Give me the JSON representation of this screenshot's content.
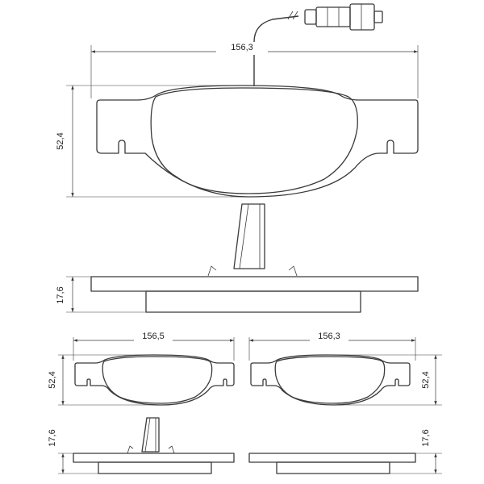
{
  "dimensions": {
    "top_width": "156,3",
    "top_height": "52,4",
    "top_thickness": "17,6",
    "bottom_left_width": "156,5",
    "bottom_left_height": "52,4",
    "bottom_left_thickness": "17,6",
    "bottom_right_width": "156,3",
    "bottom_right_height": "52,4",
    "bottom_right_thickness": "17,6"
  },
  "colors": {
    "line": "#3a3a3a",
    "background": "#ffffff"
  }
}
